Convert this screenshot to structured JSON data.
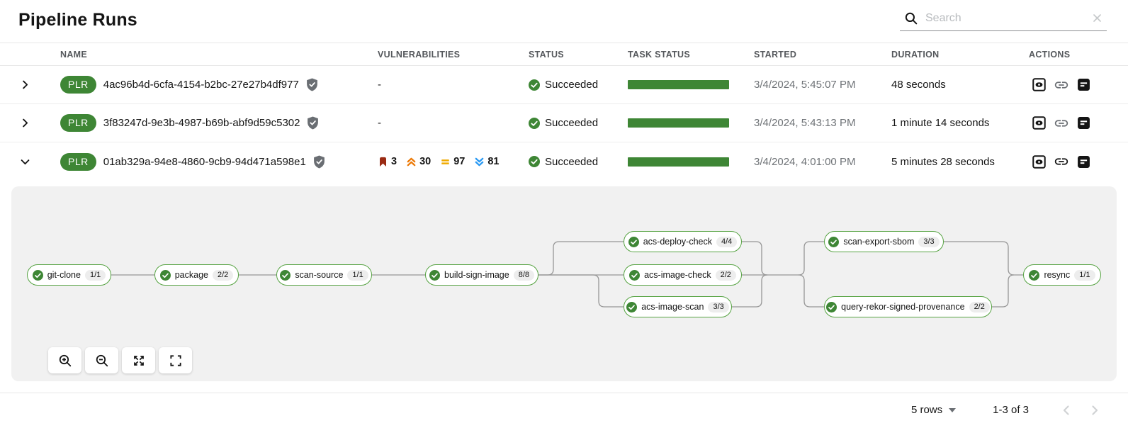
{
  "page": {
    "title": "Pipeline Runs"
  },
  "search": {
    "placeholder": "Search"
  },
  "table": {
    "columns": [
      "NAME",
      "VULNERABILITIES",
      "STATUS",
      "TASK STATUS",
      "STARTED",
      "DURATION",
      "ACTIONS"
    ],
    "rows": [
      {
        "badge": "PLR",
        "name": "4ac96b4d-6cfa-4154-b2bc-27e27b4df977",
        "vulnerabilities_display": "-",
        "status": "Succeeded",
        "started": "3/4/2024, 5:45:07 PM",
        "duration": "48 seconds",
        "expanded": false
      },
      {
        "badge": "PLR",
        "name": "3f83247d-9e3b-4987-b69b-abf9d59c5302",
        "vulnerabilities_display": "-",
        "status": "Succeeded",
        "started": "3/4/2024, 5:43:13 PM",
        "duration": "1 minute 14 seconds",
        "expanded": false
      },
      {
        "badge": "PLR",
        "name": "01ab329a-94e8-4860-9cb9-94d471a598e1",
        "vulnerabilities": {
          "critical": "3",
          "high": "30",
          "medium": "97",
          "low": "81"
        },
        "status": "Succeeded",
        "started": "3/4/2024, 4:01:00 PM",
        "duration": "5 minutes 28 seconds",
        "expanded": true
      }
    ]
  },
  "pipeline": {
    "tasks": [
      {
        "label": "git-clone",
        "badge": "1/1"
      },
      {
        "label": "package",
        "badge": "2/2"
      },
      {
        "label": "scan-source",
        "badge": "1/1"
      },
      {
        "label": "build-sign-image",
        "badge": "8/8"
      },
      {
        "label": "acs-deploy-check",
        "badge": "4/4"
      },
      {
        "label": "acs-image-check",
        "badge": "2/2"
      },
      {
        "label": "acs-image-scan",
        "badge": "3/3"
      },
      {
        "label": "scan-export-sbom",
        "badge": "3/3"
      },
      {
        "label": "query-rekor-signed-provenance",
        "badge": "2/2"
      },
      {
        "label": "resync",
        "badge": "1/1"
      }
    ]
  },
  "footer": {
    "rows_per_page": "5 rows",
    "range": "1-3 of 3"
  },
  "colors": {
    "success_green": "#3e8635",
    "node_border_green": "#56a342",
    "severity_critical": "#9a2b13",
    "severity_high": "#ec7a08",
    "severity_medium": "#f0ab00",
    "severity_low": "#2b9af3"
  },
  "icons": {
    "search": "magnifier",
    "clear": "x",
    "shield": "shield-check",
    "status": "check-circle",
    "actions": [
      "output-eye",
      "link",
      "logs"
    ],
    "graph_controls": [
      "zoom-in",
      "zoom-out",
      "fit-to-screen",
      "fullscreen"
    ]
  }
}
